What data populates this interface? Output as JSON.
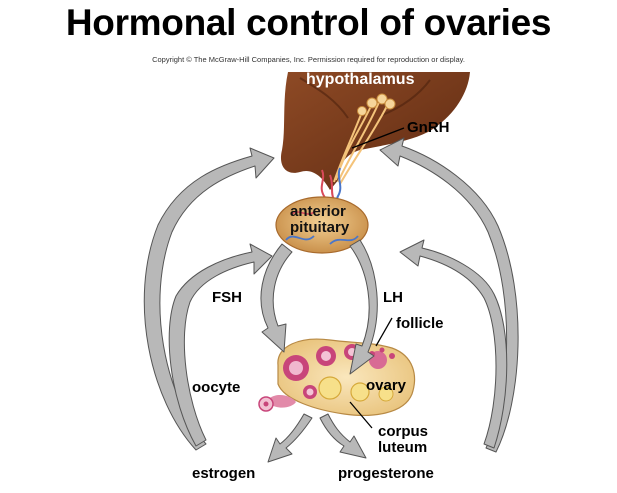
{
  "title": "Hormonal control of ovaries",
  "copyright": "Copyright © The McGraw-Hill Companies, Inc. Permission required for reproduction or display.",
  "labels": {
    "hypothalamus": "hypothalamus",
    "gnrh": "GnRH",
    "anterior": "anterior",
    "pituitary": "pituitary",
    "fsh": "FSH",
    "lh": "LH",
    "follicle": "follicle",
    "ovary": "ovary",
    "oocyte": "oocyte",
    "corpus": "corpus",
    "luteum": "luteum",
    "estrogen": "estrogen",
    "progesterone": "progesterone"
  },
  "colors": {
    "hypothalamus": "#7a3b1e",
    "pituitary": "#d9a764",
    "ovary": "#f5d9a0",
    "arrow": "#b8b8b8",
    "arrow_outline": "#555555",
    "follicle": "#c8457a"
  }
}
